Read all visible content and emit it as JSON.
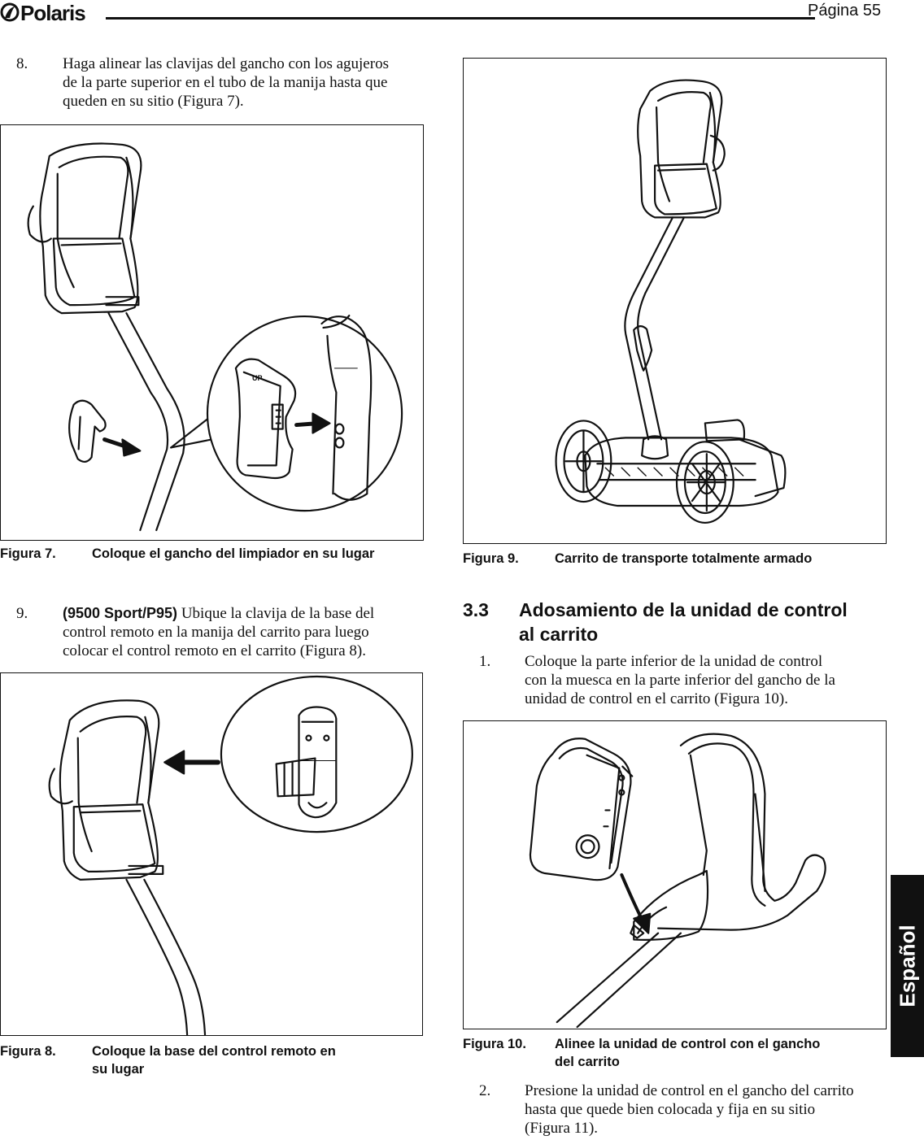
{
  "header": {
    "brand": "Polaris",
    "page_label": "Página 55"
  },
  "side_tab": {
    "label": "Español"
  },
  "step8": {
    "number": "8.",
    "lines": [
      "Haga alinear las clavijas del gancho con los agujeros",
      "de la parte superior en el tubo de la manija hasta que",
      "queden en su sitio (Figura 7)."
    ]
  },
  "fig7": {
    "label": "Figura 7.",
    "caption": "Coloque el gancho del limpiador en su lugar",
    "stamp": "UP"
  },
  "step9": {
    "number": "9.",
    "bold": "(9500 Sport/P95)",
    "line1_rest": " Ubique la clavija de la base del",
    "line2": "control remoto en la manija del carrito para luego",
    "line3": "colocar el control remoto en el carrito (Figura 8)."
  },
  "fig8": {
    "label": "Figura 8.",
    "caption_line1": "Coloque la base del control remoto en",
    "caption_line2": "su lugar"
  },
  "fig9": {
    "label": "Figura 9.",
    "caption": "Carrito de transporte totalmente armado"
  },
  "section": {
    "number": "3.3",
    "title_line1": "Adosamiento de la unidad de control",
    "title_line2": "al carrito"
  },
  "step1": {
    "number": "1.",
    "lines": [
      "Coloque la parte inferior de la unidad de control",
      "con la muesca en la parte inferior del gancho de la",
      "unidad de control en el carrito (Figura 10)."
    ]
  },
  "fig10": {
    "label": "Figura 10.",
    "caption_line1": "Alinee la unidad de control con el gancho",
    "caption_line2": "del carrito"
  },
  "step2": {
    "number": "2.",
    "lines": [
      "Presione la unidad de control en el gancho del carrito",
      "hasta que quede bien colocada y fija en su sitio",
      "(Figura 11)."
    ]
  }
}
